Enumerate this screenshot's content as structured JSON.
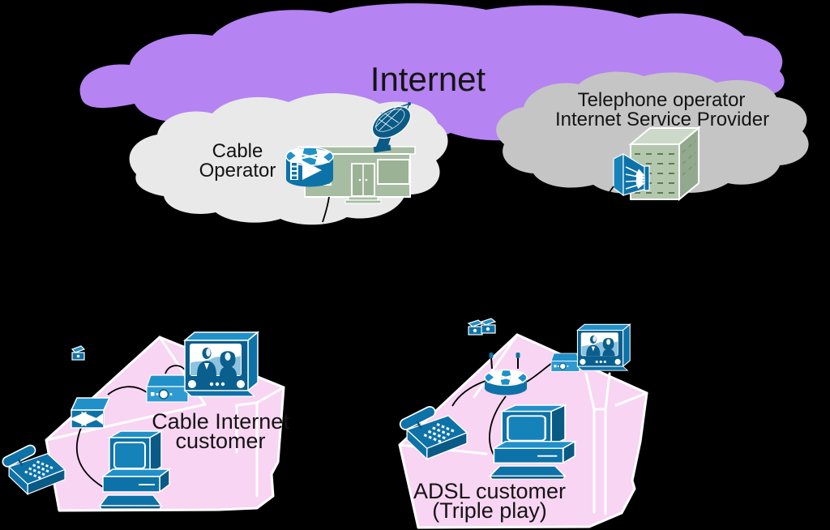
{
  "internet_cloud": {
    "label": "Internet",
    "fill": "#b583f2"
  },
  "cable_cloud": {
    "label_lines": [
      "Cable",
      "Operator"
    ],
    "fill": "#e9e9e9"
  },
  "telephone_cloud": {
    "label_lines": [
      "Telephone operator",
      "Internet Service Provider"
    ],
    "fill": "#c5c5c5"
  },
  "cable_house": {
    "label_lines": [
      "Cable Internet",
      "customer"
    ],
    "fill": "#f8d5f2"
  },
  "adsl_house": {
    "label_lines": [
      "ADSL customer",
      "(Triple play)"
    ],
    "fill": "#f8d5f2"
  },
  "colors": {
    "background": "#000000",
    "device_blue": "#0d72a8",
    "device_blue_dark": "#0a5a86",
    "device_blue_light": "#2090c8",
    "device_blue_front": "#2f9ad2",
    "tv_screen_shade": "#8ec2dd",
    "building_green": "#a7bda2",
    "building_green_dark": "#9cb295",
    "cube_front": "#b3c7ad",
    "cube_top": "#cdd9c8",
    "cube_side": "#93a98d",
    "outline": "#ffffff",
    "wire": "#000000",
    "text": "#141414"
  },
  "icons": {
    "internet_cloud": "internet-cloud",
    "cable_cloud": "cable-operator-cloud",
    "telephone_cloud": "telephone-isp-cloud",
    "cmts": "cmts-router-icon",
    "headend": "headend-building-icon",
    "dish": "satellite-dish-icon",
    "office": "isp-building-icon",
    "dslam": "dslam-icon",
    "wall_tap": "cable-wall-tap-icon",
    "modem": "cable-modem-icon",
    "settop": "set-top-box-icon",
    "tv": "tv-icon",
    "computer": "desktop-computer-icon",
    "phone": "telephone-icon",
    "router": "wireless-router-icon",
    "splitter": "dsl-splitter-icon"
  }
}
